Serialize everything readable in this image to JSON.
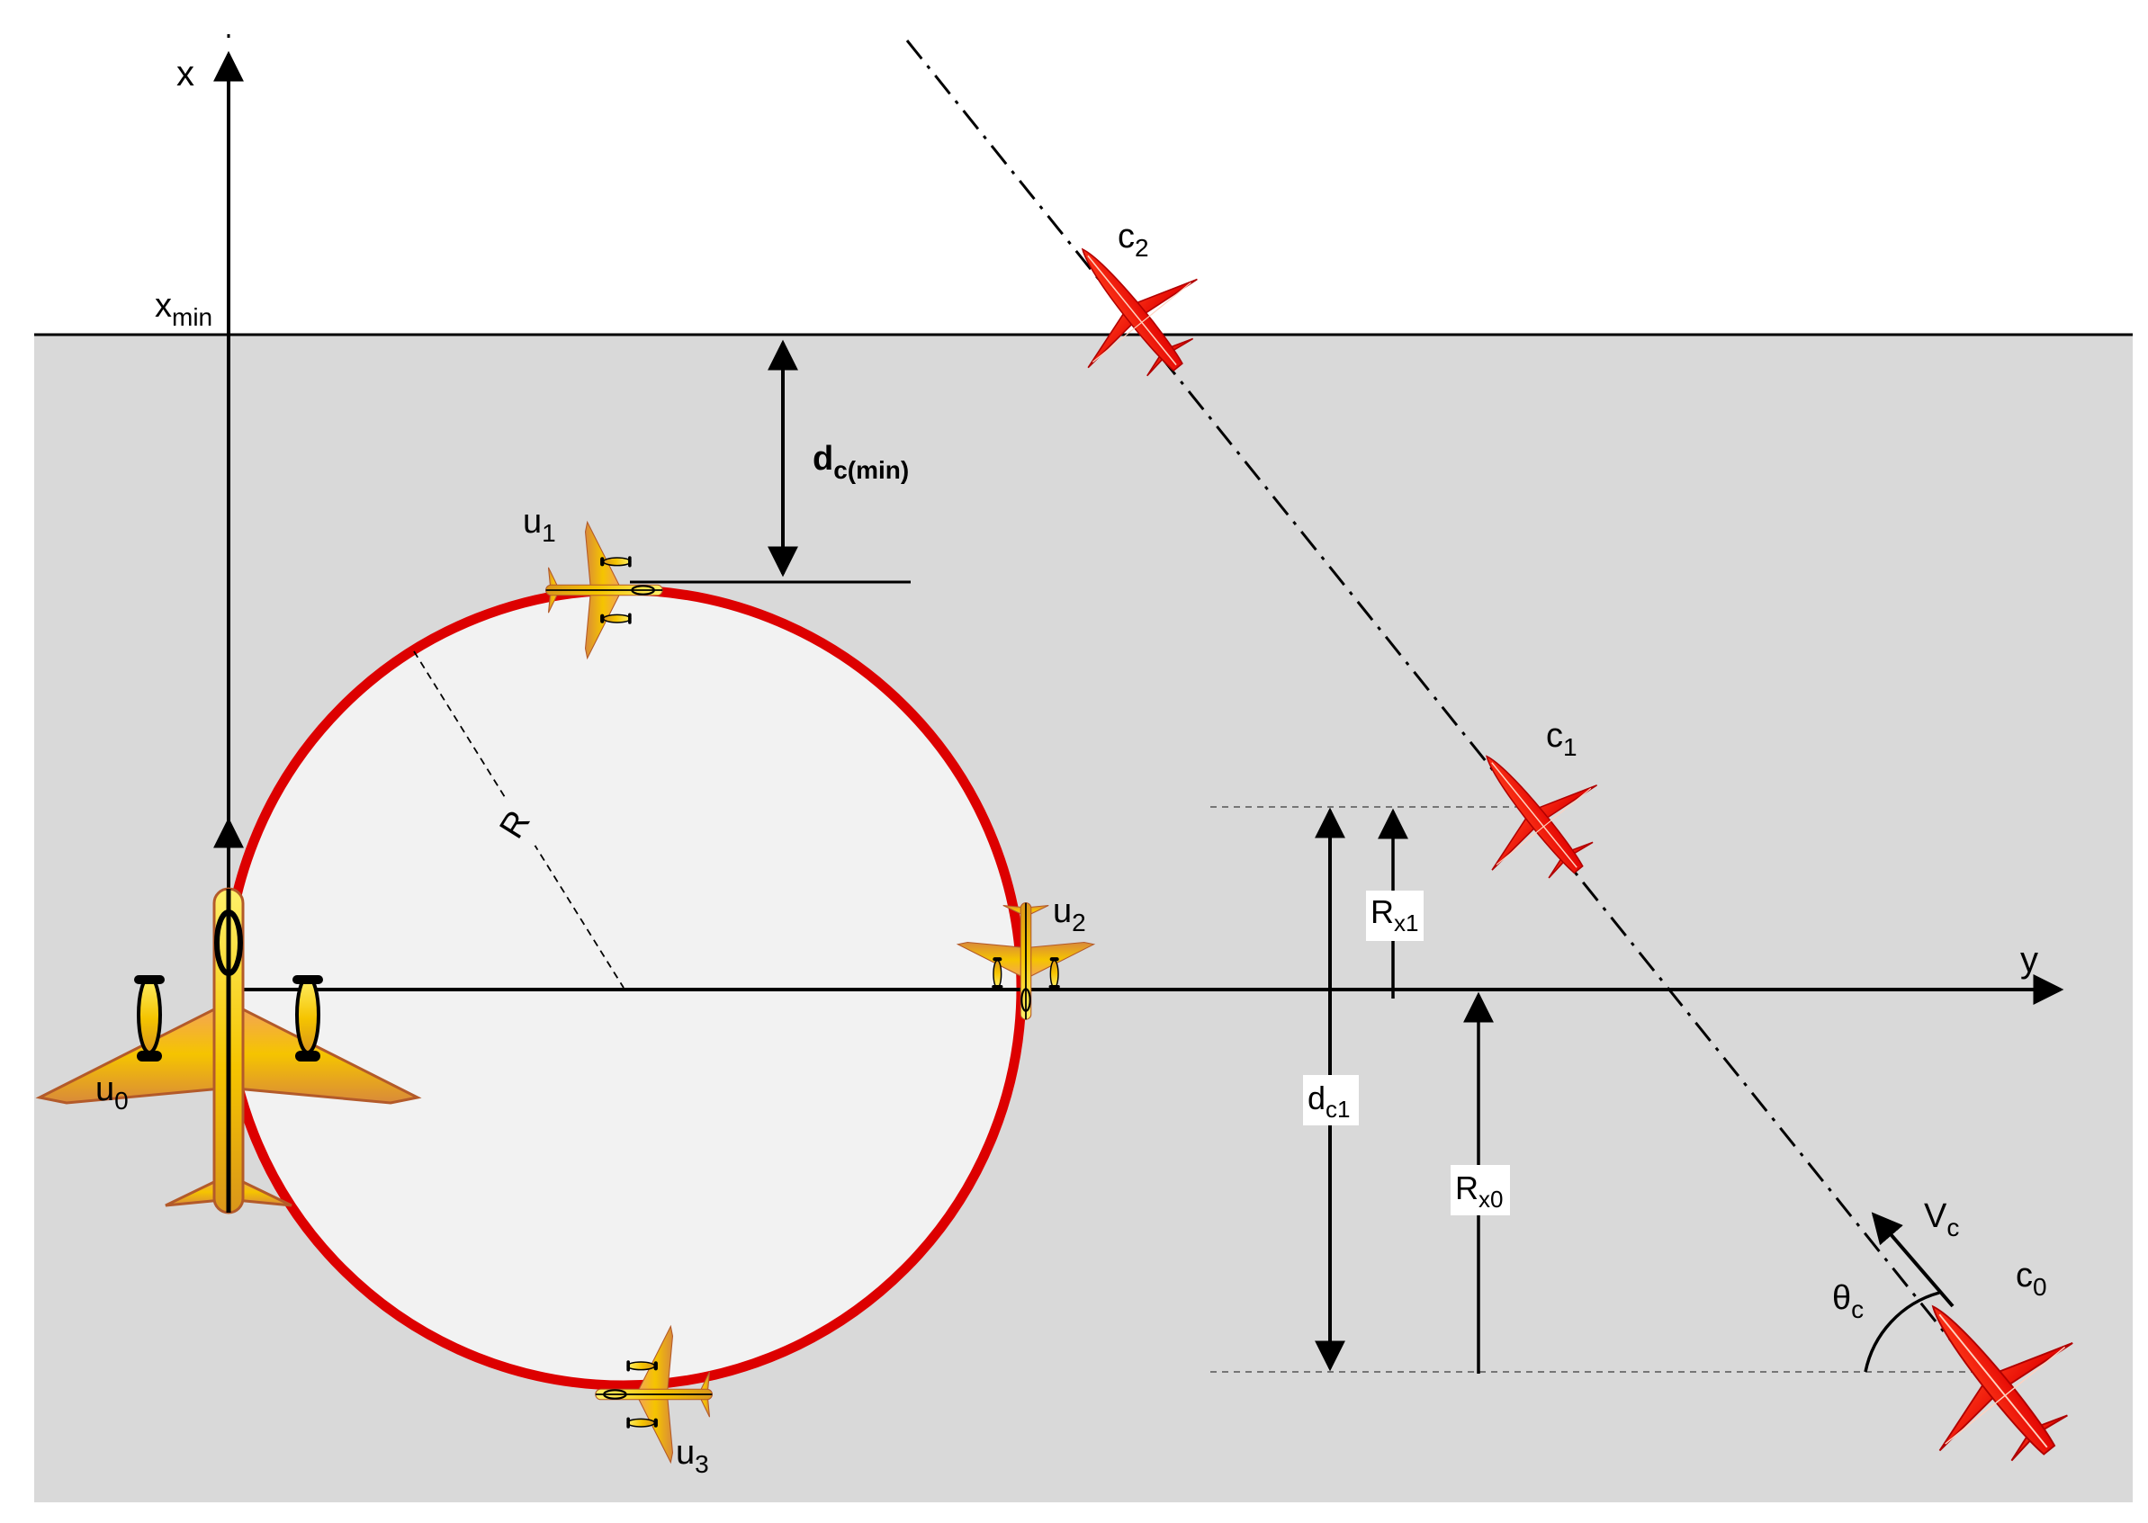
{
  "colors": {
    "background": "#ffffff",
    "shaded_region": "#d9d9d9",
    "circle_fill": "#f2f2f2",
    "circle_stroke": "#dd0000",
    "uav_yellow": "#f5c400",
    "uav_orange": "#e07a3a",
    "cruiser_red": "#ff1a00",
    "line": "#000000"
  },
  "icons": {
    "uav": "yellow-plane-icon",
    "conflict": "red-plane-icon"
  },
  "axes": {
    "x_label": "x",
    "y_label": "y",
    "xmin_label": {
      "base": "x",
      "sub": "min"
    }
  },
  "circle": {
    "radius_label": "R"
  },
  "uavs": [
    {
      "base": "u",
      "sub": "0"
    },
    {
      "base": "u",
      "sub": "1"
    },
    {
      "base": "u",
      "sub": "2"
    },
    {
      "base": "u",
      "sub": "3"
    }
  ],
  "conflicts": [
    {
      "base": "c",
      "sub": "0"
    },
    {
      "base": "c",
      "sub": "1"
    },
    {
      "base": "c",
      "sub": "2"
    }
  ],
  "distances": {
    "dc_min": {
      "base": "d",
      "sub": "c(min)"
    },
    "dc1": {
      "base": "d",
      "sub": "c1"
    },
    "rx1": {
      "base": "R",
      "sub": "x1"
    },
    "rx0": {
      "base": "R",
      "sub": "x0"
    }
  },
  "velocity": {
    "base": "V",
    "sub": "c"
  },
  "heading": {
    "base": "θ",
    "sub": "c"
  }
}
